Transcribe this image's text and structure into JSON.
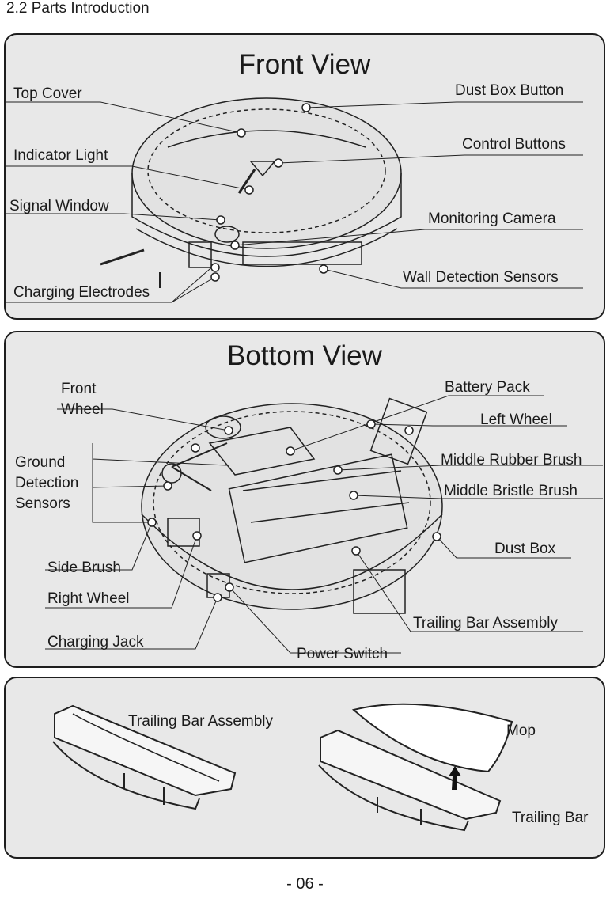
{
  "section_heading": "2.2 Parts Introduction",
  "front_view": {
    "title": "Front View",
    "labels": {
      "top_cover": "Top Cover",
      "indicator_light": "Indicator Light",
      "signal_window": "Signal Window",
      "charging_electrodes": "Charging Electrodes",
      "dust_box_button": "Dust Box Button",
      "control_buttons": "Control Buttons",
      "monitoring_camera": "Monitoring  Camera",
      "wall_detection_sensors": "Wall Detection Sensors"
    }
  },
  "bottom_view": {
    "title": "Bottom View",
    "labels": {
      "front_wheel_line1": "Front",
      "front_wheel_line2": "Wheel",
      "ground_sensors_line1": "Ground",
      "ground_sensors_line2": "Detection",
      "ground_sensors_line3": "Sensors",
      "side_brush": "Side Brush",
      "right_wheel": "Right Wheel",
      "charging_jack": "Charging Jack",
      "power_switch": "Power Switch",
      "battery_pack": "Battery Pack",
      "left_wheel": "Left Wheel",
      "middle_rubber_brush": "Middle Rubber Brush",
      "middle_bristle_brush": "Middle Bristle Brush",
      "dust_box": "Dust Box",
      "trailing_bar_assembly": "Trailing Bar Assembly"
    }
  },
  "accessories": {
    "labels": {
      "trailing_bar_assembly": "Trailing Bar Assembly",
      "mop": "Mop",
      "trailing_bar": "Trailing Bar"
    }
  },
  "page_number": "- 06 -"
}
